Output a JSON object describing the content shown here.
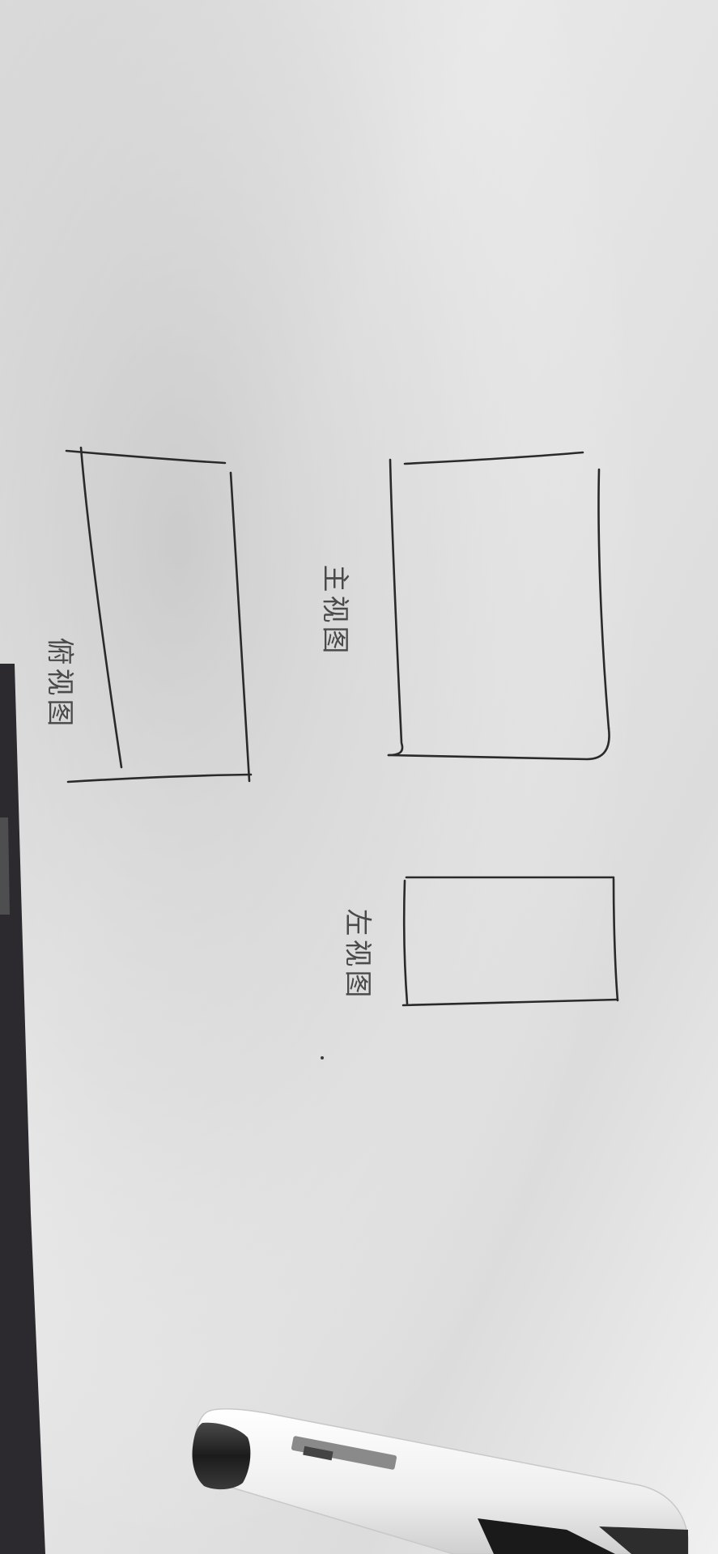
{
  "image": {
    "kind": "photo of whiteboard sketch",
    "colors": {
      "board": "#e6e6e6",
      "shadow": "#c8c8c8",
      "ink": "#2a2a2a",
      "pen_body": "#f1f1f1",
      "pen_cap": "#242424",
      "pen_black": "#1a1a1a",
      "frame": "#2d2b2f"
    }
  },
  "labels": {
    "top_view": "主视图",
    "side_view": "左视图",
    "left_view": "俯视图"
  }
}
